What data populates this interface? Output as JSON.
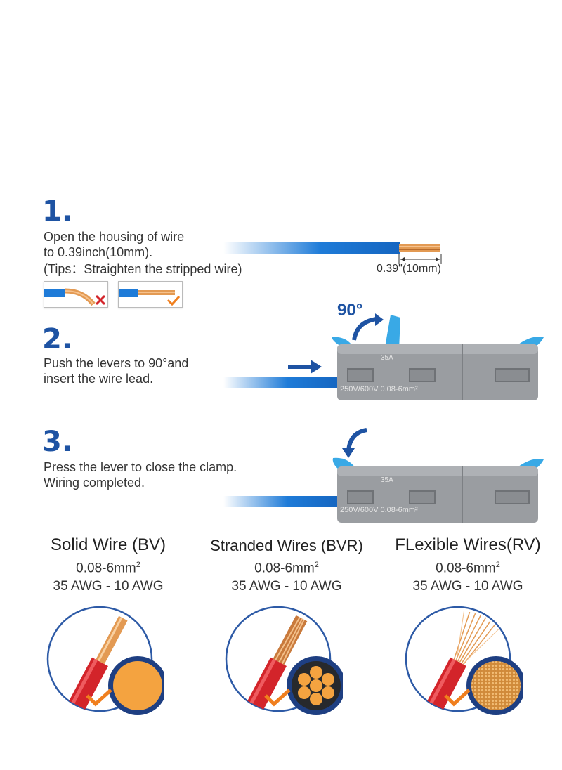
{
  "step1": {
    "number": "1.",
    "line1": "Open the housing of wire",
    "line2": "to 0.39inch(10mm).",
    "tip": "(Tips：Straighten the stripped wire)",
    "dimension": "0.39\"(10mm)"
  },
  "step2": {
    "number": "2.",
    "line1": "Push the levers to 90°and",
    "line2": "insert the wire lead.",
    "angle": "90°"
  },
  "step3": {
    "number": "3.",
    "line1": "Press the lever to close the clamp.",
    "line2": "Wiring completed."
  },
  "connector": {
    "rating": "35A",
    "spec": "250V/600V  0.08-6mm²"
  },
  "wire_types": [
    {
      "title": "Solid Wire (BV)",
      "spec_main": "0.08-6mm",
      "spec_sup": "2",
      "awg": "35 AWG - 10 AWG"
    },
    {
      "title": "Stranded Wires (BVR)",
      "spec_main": "0.08-6mm",
      "spec_sup": "2",
      "awg": "35 AWG - 10 AWG"
    },
    {
      "title": "FLexible Wires(RV)",
      "spec_main": "0.08-6mm",
      "spec_sup": "2",
      "awg": "35 AWG - 10 AWG"
    }
  ],
  "colors": {
    "step_number": "#1e53a3",
    "wire_blue": "#1e7bd8",
    "lever_blue": "#39a9e6",
    "housing_grey": "#9a9da1",
    "copper": "#e39a53",
    "insulation_red": "#d3242a",
    "check_orange": "#f07f1e",
    "circle_border": "#2d5aa6"
  },
  "icons": [
    "cross-icon",
    "check-icon",
    "arrow-right-icon",
    "curved-arrow-icon"
  ]
}
